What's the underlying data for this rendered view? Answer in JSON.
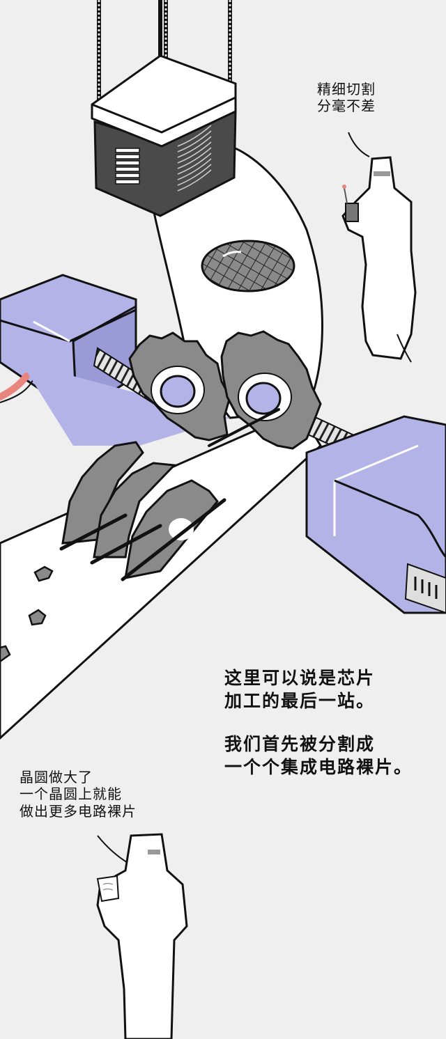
{
  "panel": {
    "background_color": "#efefef",
    "machine_color": "#b3b3e8",
    "machine_shadow_color": "#9a9ad6",
    "blade_color": "#8a8a8a",
    "outline_color": "#111111",
    "accent_pink": "#e8857e"
  },
  "speech_top_right": {
    "speaker": "cleanroom-worker-with-remote",
    "lines": [
      "精细切割",
      "分毫不差"
    ]
  },
  "narration": {
    "paragraph_1": [
      "这里可以说是芯片",
      "加工的最后一站。"
    ],
    "paragraph_2": [
      "我们首先被分割成",
      "一个个集成电路裸片。"
    ]
  },
  "speech_bottom_left": {
    "speaker": "cleanroom-worker-with-note",
    "lines": [
      "晶圆做大了",
      "一个晶圆上就能",
      "做出更多电路裸片"
    ]
  },
  "illustration": {
    "elements": [
      "wafer-cassette-hanging-on-cables",
      "conveyor-belt",
      "silicon-wafer-with-grid",
      "dicing-saw-machine",
      "rotating-saw-blades",
      "threaded-spindle",
      "cut-dies-on-belt",
      "cleanroom-worker-with-remote",
      "cleanroom-worker-with-note"
    ],
    "die_count_visible": 3,
    "saw_blades_on_spindle": 2,
    "saw_blades_in_belt": 3
  }
}
